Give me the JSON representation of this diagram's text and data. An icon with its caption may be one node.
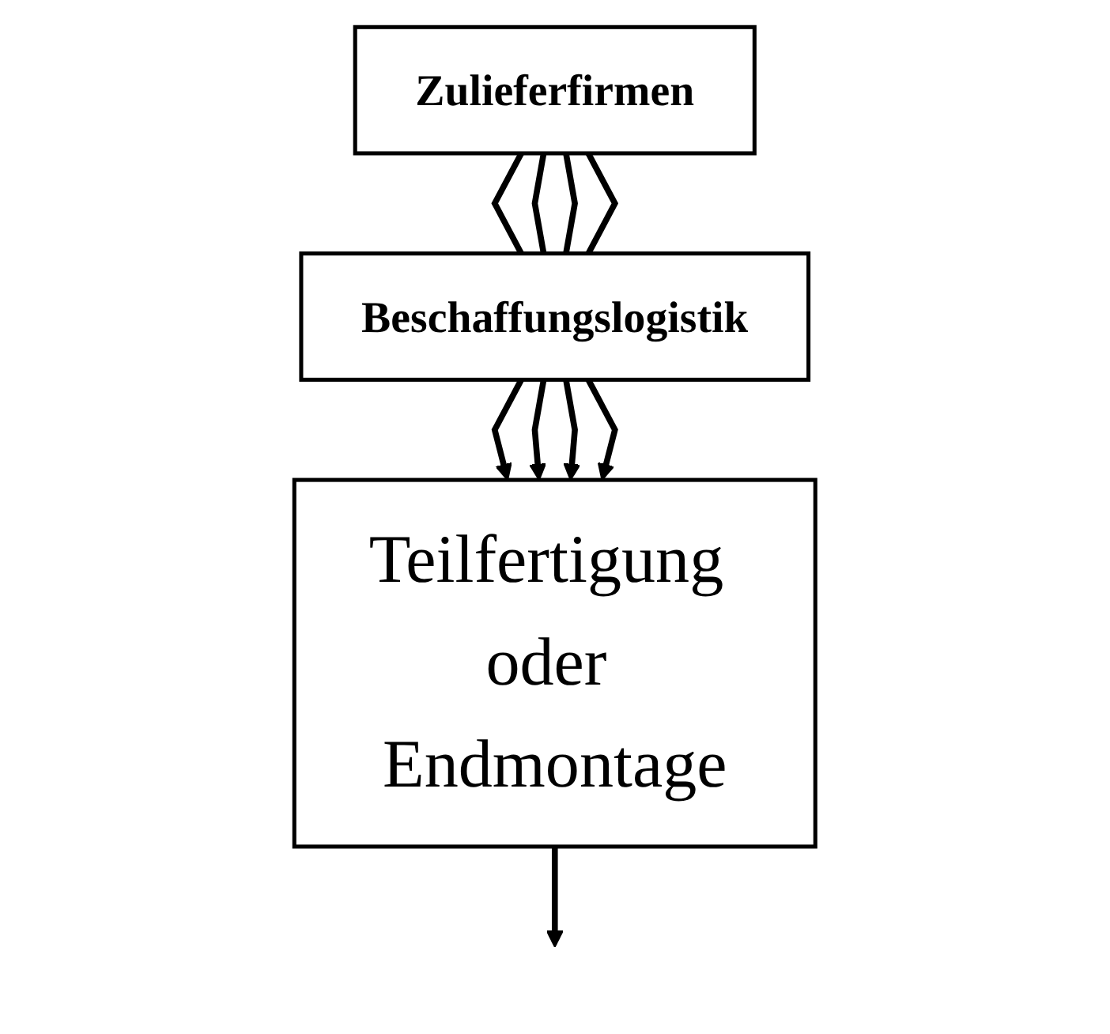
{
  "diagram": {
    "nodes": [
      {
        "text": [
          "Zulieferfirmen"
        ]
      },
      {
        "text": [
          "Beschaffungslogistik"
        ]
      },
      {
        "text": [
          "Teilfertigung oder Endmontage"
        ]
      }
    ],
    "edges": [
      {
        "from": 0,
        "to": 1,
        "arrow": "none"
      },
      {
        "from": 0,
        "to": 1,
        "arrow": "none"
      },
      {
        "from": 0,
        "to": 1,
        "arrow": "none"
      },
      {
        "from": 0,
        "to": 1,
        "arrow": "none"
      },
      {
        "from": 1,
        "to": 2,
        "arrow": "to"
      },
      {
        "from": 1,
        "to": 2,
        "arrow": "to"
      },
      {
        "from": 1,
        "to": 2,
        "arrow": "to"
      },
      {
        "from": 1,
        "to": 2,
        "arrow": "to"
      },
      {
        "from": 2,
        "to": null,
        "arrow": "to"
      }
    ]
  }
}
